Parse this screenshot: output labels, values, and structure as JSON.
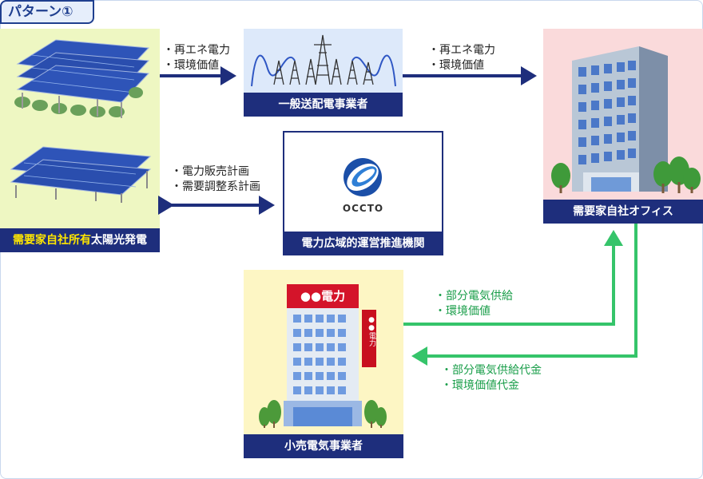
{
  "pattern_title": "パターン①",
  "panels": {
    "solar_label_highlight": "需要家自社所有",
    "solar_label_rest": "太陽光発電",
    "grid_label": "一般送配電事業者",
    "occto_label": "電力広域的運営推進機関",
    "occto_logo_text": "OCCTO",
    "office_label": "需要家自社オフィス",
    "retail_label": "小売電気事業者",
    "retail_sign_text": "●●電力",
    "retail_side_sign_text": "●●電力"
  },
  "flows": {
    "solar_to_grid": [
      "・再エネ電力",
      "・環境価値"
    ],
    "grid_to_office": [
      "・再エネ電力",
      "・環境価値"
    ],
    "solar_occto": [
      "・電力販売計画",
      "・需要調整系計画"
    ],
    "retail_to_office": [
      "・部分電気供給",
      "・環境価値"
    ],
    "office_to_retail": [
      "・部分電気供給代金",
      "・環境価値代金"
    ]
  },
  "colors": {
    "navy": "#1e2e7c",
    "green_arrow": "#35c46a",
    "solar_bg": "#eef7c2",
    "grid_bg": "#dde9fa",
    "office_bg": "#fadadb",
    "retail_bg": "#fdf6c4"
  }
}
